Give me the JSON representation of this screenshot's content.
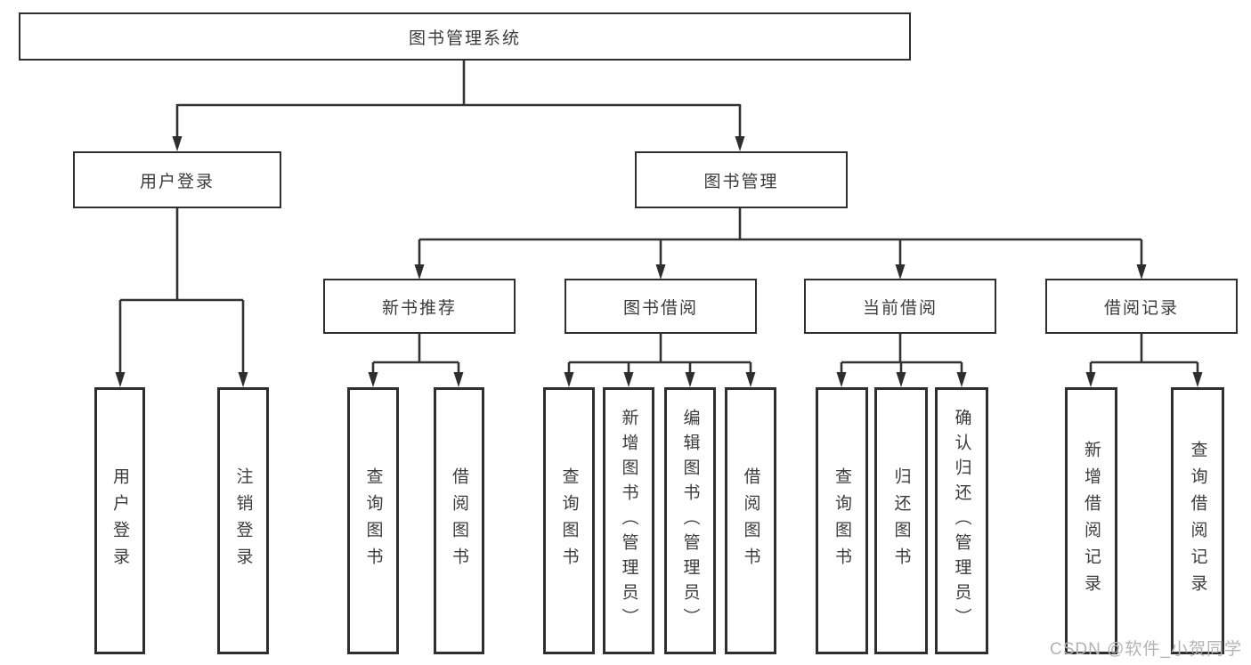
{
  "diagram": {
    "root": "图书管理系统",
    "branches": [
      {
        "label": "用户登录",
        "leaves": [
          "用户登录",
          "注销登录"
        ]
      },
      {
        "label": "图书管理",
        "sections": [
          {
            "label": "新书推荐",
            "leaves": [
              "查询图书",
              "借阅图书"
            ]
          },
          {
            "label": "图书借阅",
            "leaves": [
              "查询图书",
              "新增图书（管理员）",
              "编辑图书（管理员）",
              "借阅图书"
            ]
          },
          {
            "label": "当前借阅",
            "leaves": [
              "查询图书",
              "归还图书",
              "确认归还（管理员）"
            ]
          },
          {
            "label": "借阅记录",
            "leaves": [
              "新增借阅记录",
              "查询借阅记录"
            ]
          }
        ]
      }
    ],
    "colors": {
      "line": "#333333",
      "box_border": "#2f2f2f",
      "text": "#3b3b3b",
      "watermark": "#b3b3b3",
      "background": "#ffffff"
    },
    "watermark": "CSDN @软件_小贺同学"
  }
}
